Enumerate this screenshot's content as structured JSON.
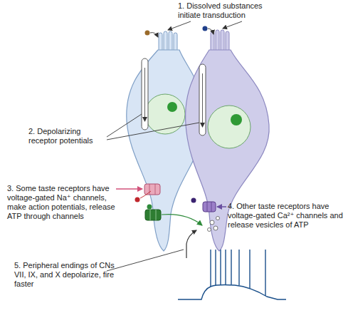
{
  "diagram": {
    "labels": [
      "1. Dissolved substances initiate transduction",
      "2. Depolarizing receptor potentials",
      "3. Some taste receptors have voltage-gated Na⁺ channels, make action potentials, release ATP through channels",
      "4. Other taste receptors have voltage-gated Ca²⁺ channels and release vesicles of ATP",
      "5. Peripheral endings of CNs VII, IX, and X depolarize, fire faster"
    ]
  }
}
